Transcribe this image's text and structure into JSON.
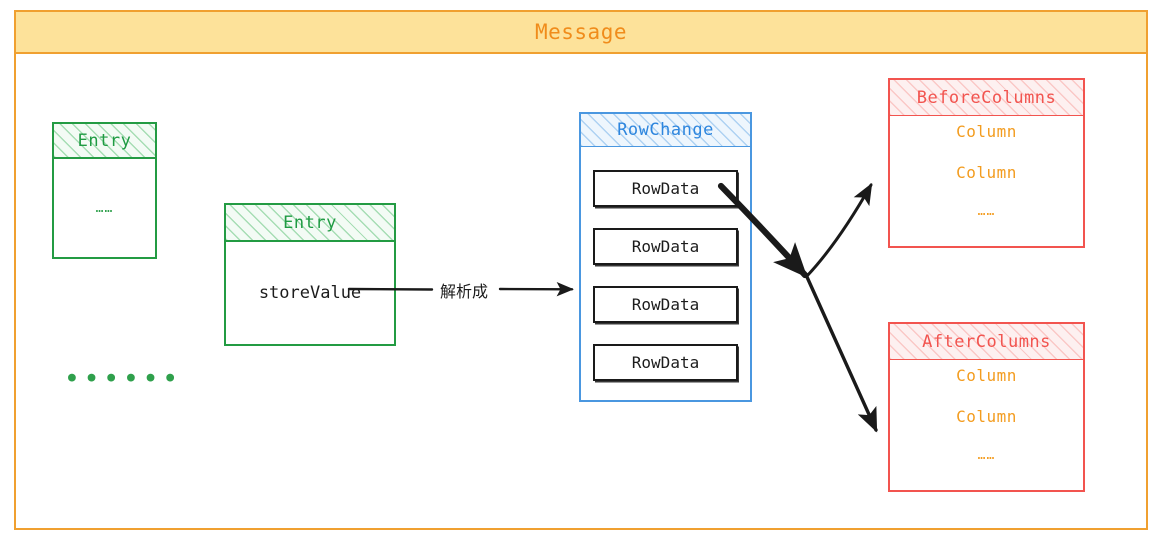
{
  "frame": {
    "title": "Message",
    "accent": "#f08c1b",
    "header_bg": "#fde29a",
    "border": "#f0a030"
  },
  "entries": [
    {
      "title": "Entry",
      "field": "……",
      "color": "#1f9b43"
    },
    {
      "title": "Entry",
      "field": "storeValue",
      "color": "#1f9b43"
    }
  ],
  "entry_ellipsis": "● ● ●  ● ● ●",
  "transform": {
    "label": "解析成"
  },
  "rowchange": {
    "title": "RowChange",
    "color": "#2e86de",
    "rows": [
      {
        "label": "RowData"
      },
      {
        "label": "RowData"
      },
      {
        "label": "RowData"
      },
      {
        "label": "RowData"
      }
    ]
  },
  "columns_groups": [
    {
      "title": "BeforeColumns",
      "color": "#f2544f",
      "item_color": "#f39c1f",
      "items": [
        "Column",
        "Column"
      ],
      "ellipsis": "……"
    },
    {
      "title": "AfterColumns",
      "color": "#f2544f",
      "item_color": "#f39c1f",
      "items": [
        "Column",
        "Column"
      ],
      "ellipsis": "……"
    }
  ]
}
